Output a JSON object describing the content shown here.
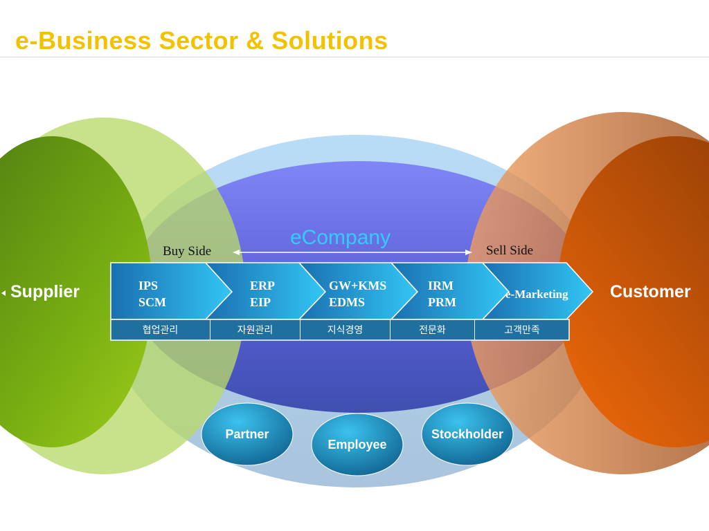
{
  "title": "e-Business Sector & Solutions",
  "left_party": "Supplier",
  "right_party": "Customer",
  "center": {
    "name": "eCompany",
    "buy_side": "Buy Side",
    "sell_side": "Sell Side"
  },
  "value_chain": [
    {
      "line1": "IPS",
      "line2": "SCM",
      "sub": "협업관리"
    },
    {
      "line1": "ERP",
      "line2": "EIP",
      "sub": "자원관리"
    },
    {
      "line1": "GW+KMS",
      "line2": "EDMS",
      "sub": "지식경영"
    },
    {
      "line1": "IRM",
      "line2": "PRM",
      "sub": "전문화"
    },
    {
      "line1": "e-Marketing",
      "line2": "",
      "sub": "고객만족"
    }
  ],
  "stakeholders": [
    "Partner",
    "Employee",
    "Stockholder"
  ],
  "colors": {
    "title": "#f2c200",
    "supplier": "#7cb518",
    "customer": "#e85c0d",
    "center": "#5b63d8",
    "chevron": "#1f9fd8",
    "sub_bar": "#1f6f9f"
  }
}
